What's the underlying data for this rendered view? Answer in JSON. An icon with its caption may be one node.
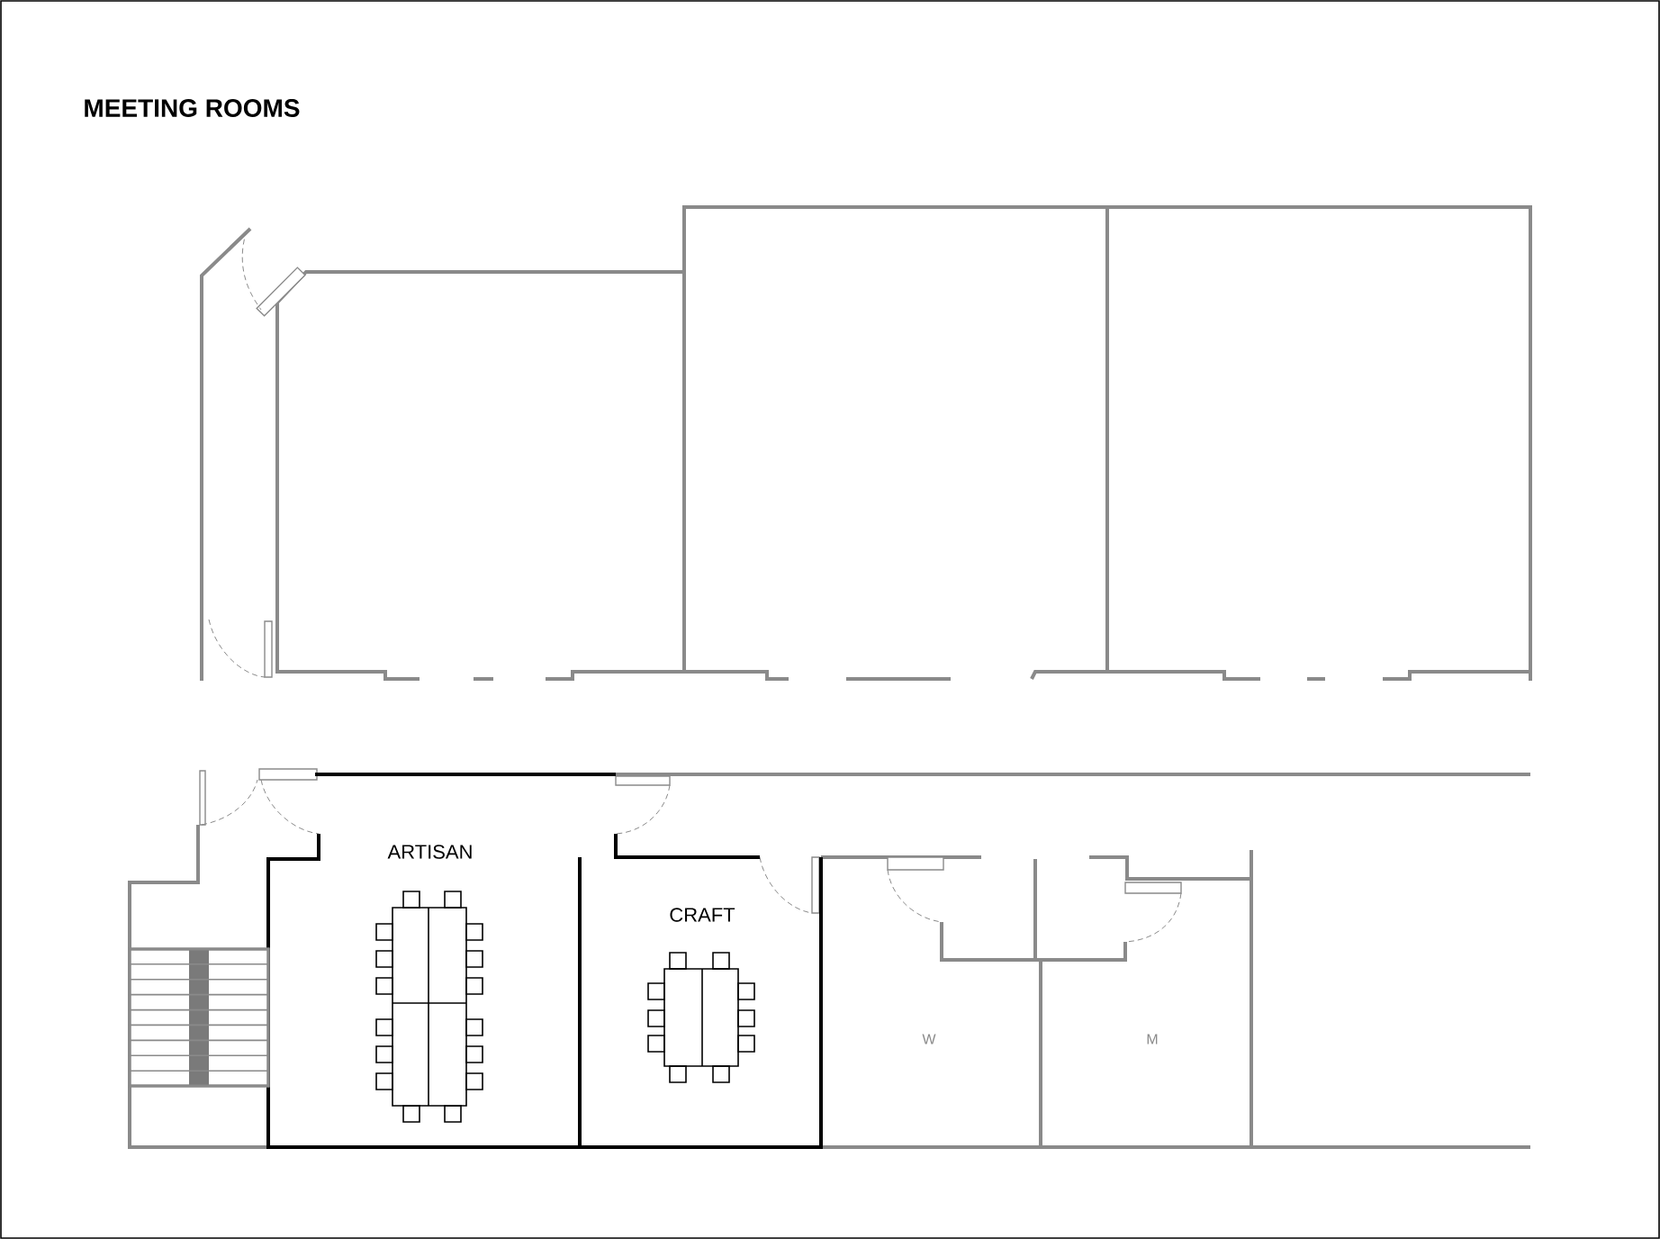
{
  "diagram": {
    "title": "MEETING ROOMS",
    "nodes": [
      {
        "text": [
          "ARTISAN"
        ]
      },
      {
        "text": [
          "CRAFT"
        ]
      },
      {
        "text": [
          "W"
        ]
      },
      {
        "text": [
          "M"
        ]
      }
    ]
  }
}
